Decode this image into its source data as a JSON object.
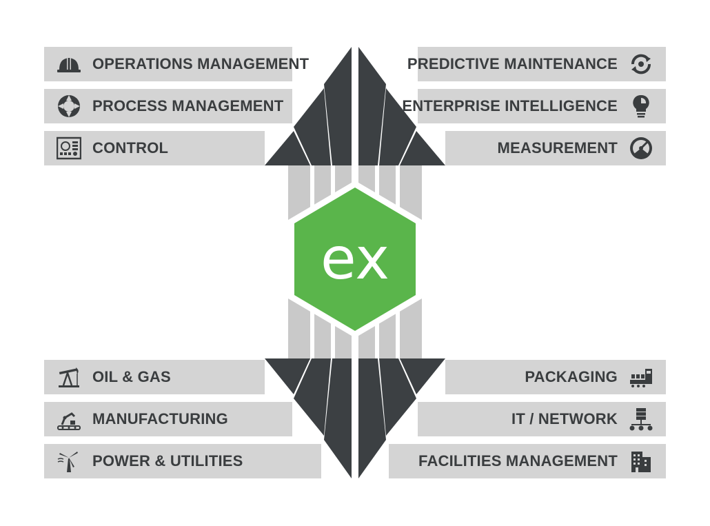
{
  "logo": {
    "text": "ex",
    "color": "#5ab54b"
  },
  "colors": {
    "bar": "#d4d4d4",
    "arrow": "#3c4043",
    "text": "#3a3d3f"
  },
  "left_top": [
    {
      "label": "OPERATIONS MANAGEMENT",
      "icon": "hard-hat-icon"
    },
    {
      "label": "PROCESS MANAGEMENT",
      "icon": "process-cycle-icon"
    },
    {
      "label": "CONTROL",
      "icon": "control-panel-icon"
    }
  ],
  "right_top": [
    {
      "label": "PREDICTIVE MAINTENANCE",
      "icon": "gear-refresh-icon"
    },
    {
      "label": "ENTERPRISE INTELLIGENCE",
      "icon": "lightbulb-icon"
    },
    {
      "label": "MEASUREMENT",
      "icon": "gauge-icon"
    }
  ],
  "left_bottom": [
    {
      "label": "OIL & GAS",
      "icon": "oil-pump-icon"
    },
    {
      "label": "MANUFACTURING",
      "icon": "robot-arm-icon"
    },
    {
      "label": "POWER & UTILITIES",
      "icon": "wind-turbine-icon"
    }
  ],
  "right_bottom": [
    {
      "label": "PACKAGING",
      "icon": "conveyor-icon"
    },
    {
      "label": "IT / NETWORK",
      "icon": "network-icon"
    },
    {
      "label": "FACILITIES MANAGEMENT",
      "icon": "building-icon"
    }
  ]
}
